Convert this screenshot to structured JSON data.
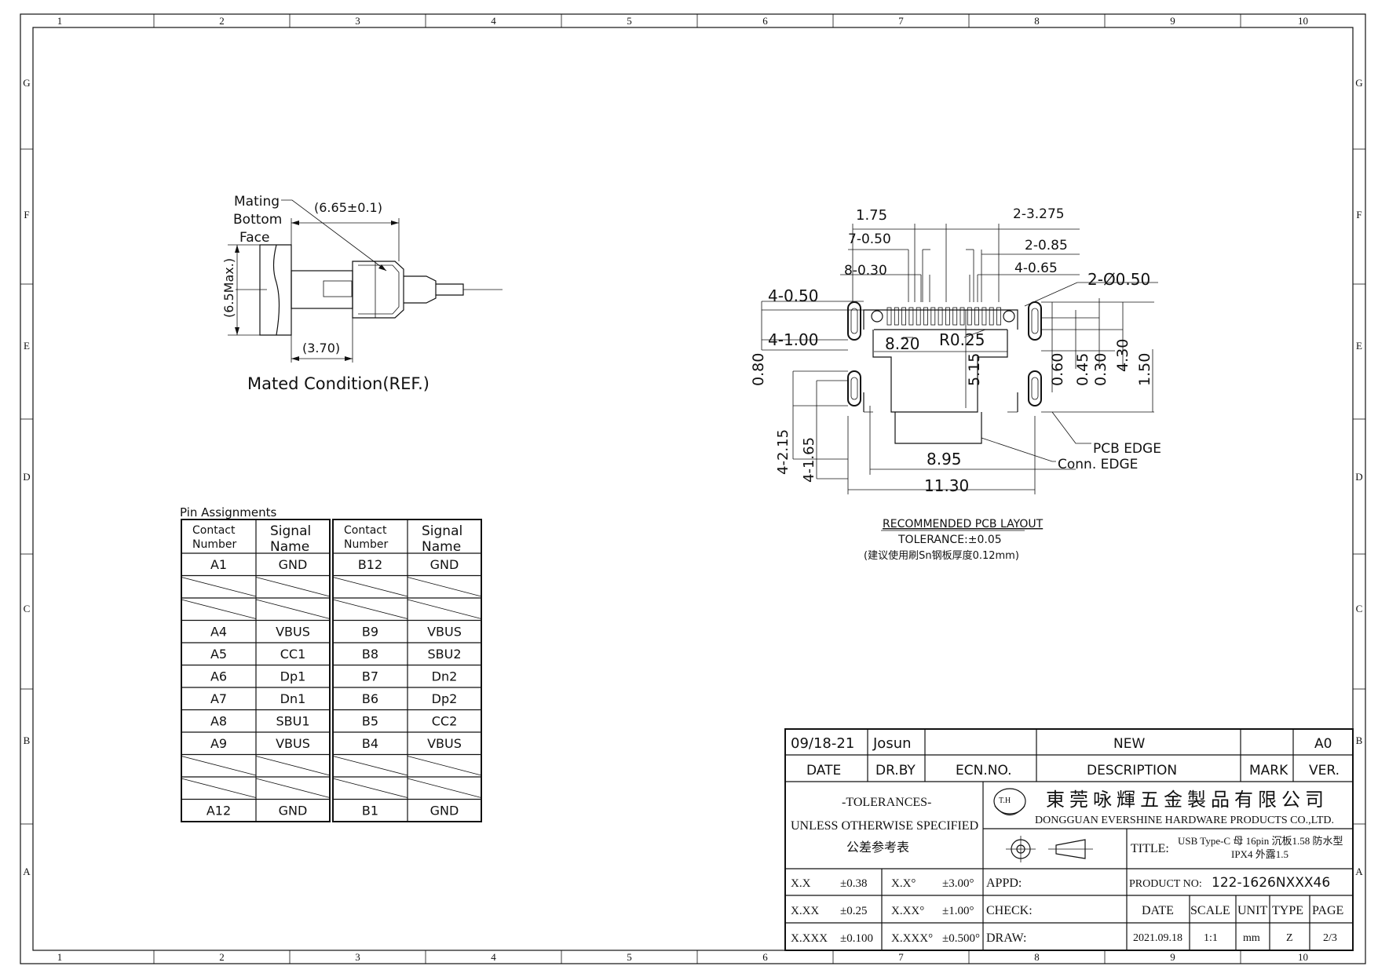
{
  "border": {
    "cols": [
      "1",
      "2",
      "3",
      "4",
      "5",
      "6",
      "7",
      "8",
      "9",
      "10"
    ],
    "rows": [
      "G",
      "F",
      "E",
      "D",
      "C",
      "B",
      "A"
    ]
  },
  "mated": {
    "mating_label": [
      "Mating",
      "Bottom",
      "Face"
    ],
    "dim_length": "(6.65±0.1)",
    "dim_height": "(6.5Max.)",
    "dim_offset": "(3.70)",
    "caption": "Mated Condition(REF.)"
  },
  "pcb": {
    "dims": {
      "d175": "1.75",
      "d2_3275": "2-3.275",
      "d7_050": "7-0.50",
      "d2_085": "2-0.85",
      "d8_030": "8-0.30",
      "d4_065": "4-0.65",
      "d2_phi050": "2-Ø0.50",
      "d4_050": "4-0.50",
      "d4_100": "4-1.00",
      "d820": "8.20",
      "r025": "R0.25",
      "d080": "0.80",
      "d515": "5.15",
      "d060": "0.60",
      "d045": "0.45",
      "d030": "0.30",
      "d430": "4.30",
      "d150": "1.50",
      "d4_215": "4-2.15",
      "d4_165": "4-1.65",
      "d895": "8.95",
      "d1130": "11.30",
      "pcb_edge": "PCB EDGE",
      "conn_edge": "Conn. EDGE"
    },
    "caption": "RECOMMENDED PCB LAYOUT",
    "tolerance": "TOLERANCE:±0.05",
    "note": "(建议使用刷Sn钢板厚度0.12mm)"
  },
  "pins": {
    "title": "Pin Assignments",
    "header": {
      "contact": [
        "Contact",
        "Number"
      ],
      "signal": [
        "Signal",
        "Name"
      ]
    },
    "left": [
      {
        "c": "A1",
        "s": "GND"
      },
      {
        "c": "",
        "s": ""
      },
      {
        "c": "",
        "s": ""
      },
      {
        "c": "A4",
        "s": "VBUS"
      },
      {
        "c": "A5",
        "s": "CC1"
      },
      {
        "c": "A6",
        "s": "Dp1"
      },
      {
        "c": "A7",
        "s": "Dn1"
      },
      {
        "c": "A8",
        "s": "SBU1"
      },
      {
        "c": "A9",
        "s": "VBUS"
      },
      {
        "c": "",
        "s": ""
      },
      {
        "c": "",
        "s": ""
      },
      {
        "c": "A12",
        "s": "GND"
      }
    ],
    "right": [
      {
        "c": "B12",
        "s": "GND"
      },
      {
        "c": "",
        "s": ""
      },
      {
        "c": "",
        "s": ""
      },
      {
        "c": "B9",
        "s": "VBUS"
      },
      {
        "c": "B8",
        "s": "SBU2"
      },
      {
        "c": "B7",
        "s": "Dn2"
      },
      {
        "c": "B6",
        "s": "Dp2"
      },
      {
        "c": "B5",
        "s": "CC2"
      },
      {
        "c": "B4",
        "s": "VBUS"
      },
      {
        "c": "",
        "s": ""
      },
      {
        "c": "",
        "s": ""
      },
      {
        "c": "B1",
        "s": "GND"
      }
    ]
  },
  "title_block": {
    "rev_date": "09/18-21",
    "rev_by": "Josun",
    "rev_desc": "NEW",
    "rev_ver": "A0",
    "h_date": "DATE",
    "h_drby": "DR.BY",
    "h_ecn": "ECN.NO.",
    "h_desc": "DESCRIPTION",
    "h_mark": "MARK",
    "h_ver": "VER.",
    "tol_title": "-TOLERANCES-",
    "tol_sub": "UNLESS OTHERWISE SPECIFIED",
    "tol_cn": "公差参考表",
    "logo": "T.H",
    "company_cn": "東莞咏輝五金製品有限公司",
    "company_en": "DONGGUAN EVERSHINE HARDWARE PRODUCTS CO.,LTD.",
    "title_label": "TITLE:",
    "title_text1": "USB Type-C 母 16pin 沉板1.58 防水型",
    "title_text2": "IPX4 外露1.5",
    "tol_rows": [
      {
        "a": "X.X",
        "av": "±0.38",
        "b": "X.X°",
        "bv": "±3.00°"
      },
      {
        "a": "X.XX",
        "av": "±0.25",
        "b": "X.XX°",
        "bv": "±1.00°"
      },
      {
        "a": "X.XXX",
        "av": "±0.100",
        "b": "X.XXX°",
        "bv": "±0.500°"
      }
    ],
    "appd": "APPD:",
    "check": "CHECK:",
    "draw": "DRAW:",
    "product_label": "PRODUCT NO:",
    "product_no": "122-1626NXXX46",
    "h2_date": "DATE",
    "h2_scale": "SCALE",
    "h2_unit": "UNIT",
    "h2_type": "TYPE",
    "h2_page": "PAGE",
    "date": "2021.09.18",
    "scale": "1:1",
    "unit": "mm",
    "type": "Z",
    "page": "2/3"
  }
}
